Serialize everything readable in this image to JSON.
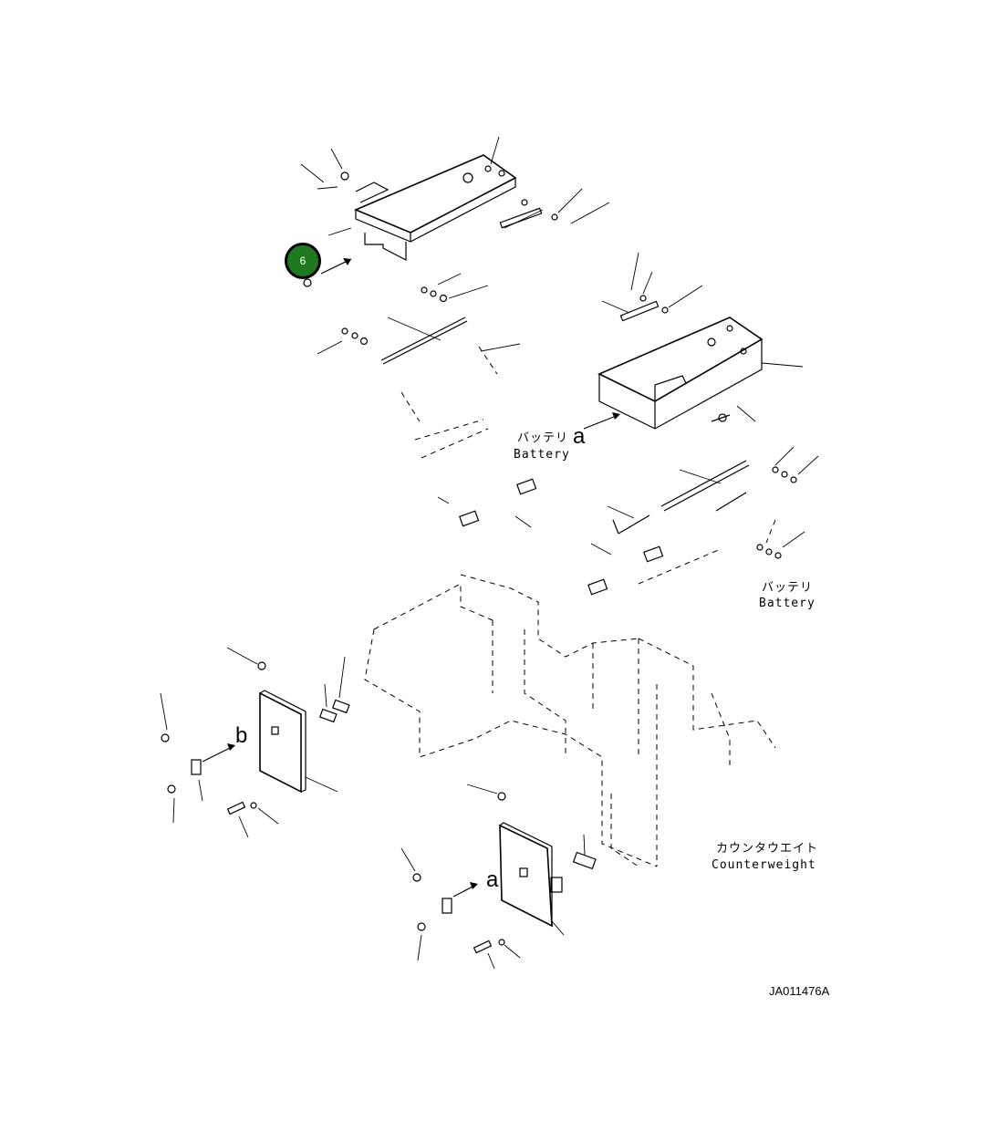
{
  "drawing_number": "JA011476A",
  "callout": {
    "number": "6",
    "color": "#1f7a1f"
  },
  "labels": {
    "battery_upper_jp": "バッテリ",
    "battery_upper_en": "Battery",
    "battery_lower_jp": "バッテリ",
    "battery_lower_en": "Battery",
    "counterweight_jp": "カウンタウエイト",
    "counterweight_en": "Counterweight"
  },
  "reference_letters": {
    "a_upper": "a",
    "a_lower": "a",
    "b": "b"
  }
}
